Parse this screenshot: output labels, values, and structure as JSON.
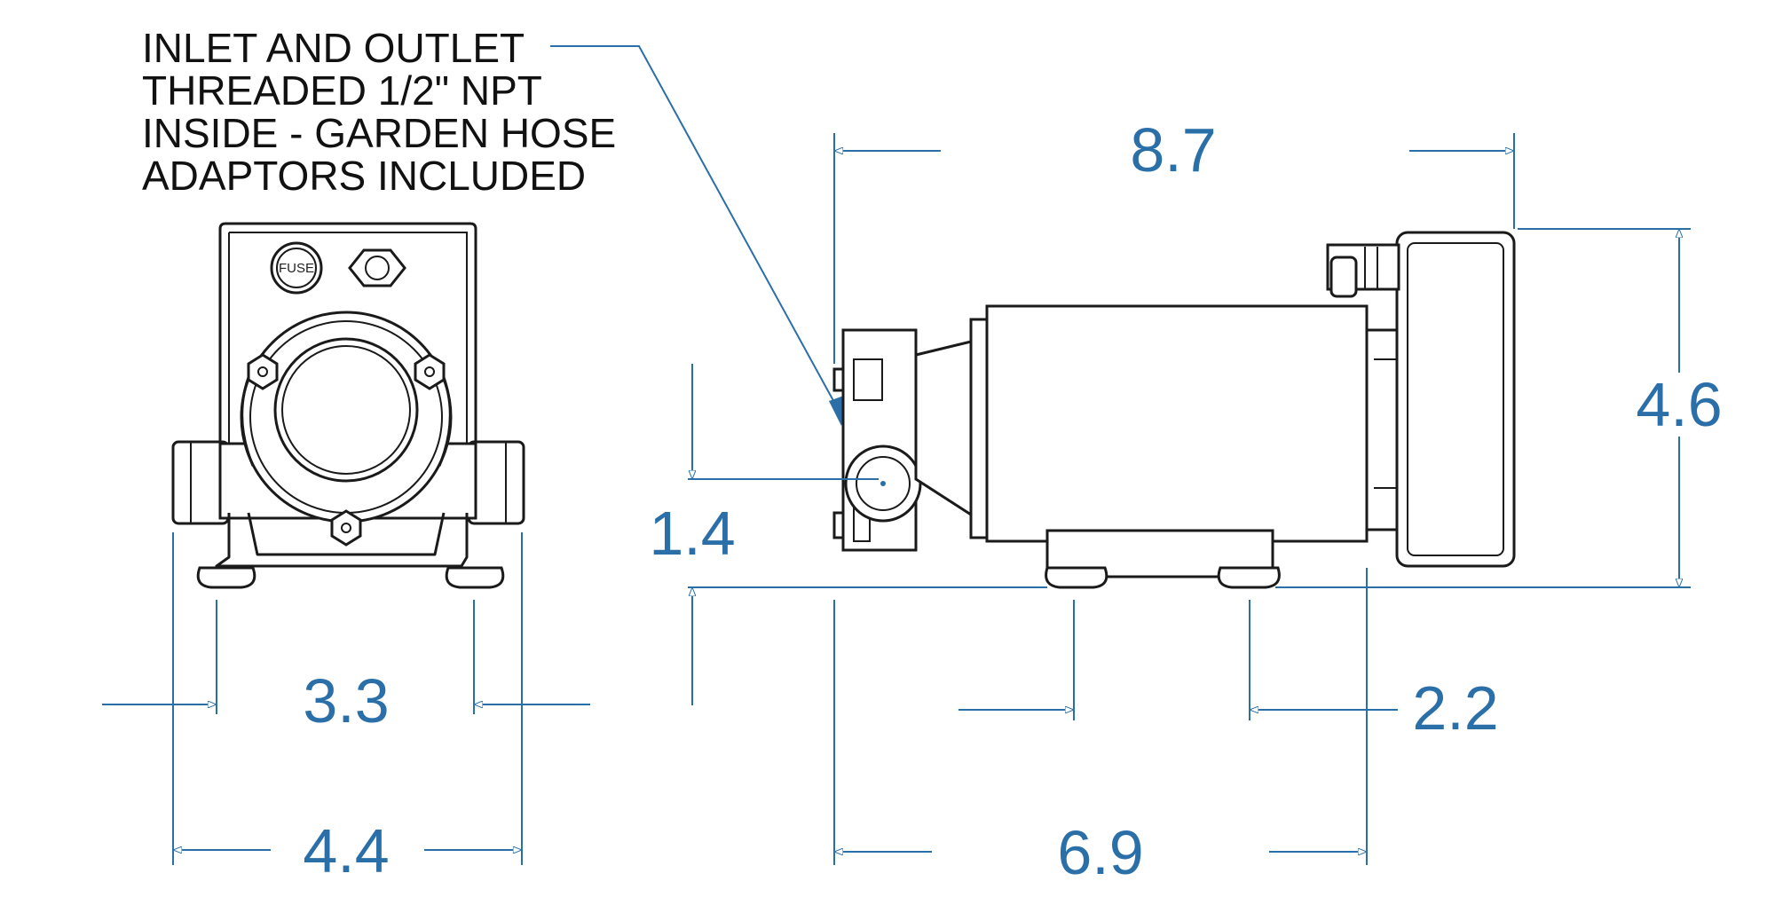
{
  "note": {
    "lines": [
      "INLET AND OUTLET",
      "THREADED 1/2\"  NPT",
      "INSIDE - GARDEN HOSE",
      "ADAPTORS INCLUDED"
    ]
  },
  "front_view": {
    "fuse_label": "FUSE",
    "dim_mount_width": "3.3",
    "dim_overall_width": "4.4"
  },
  "side_view": {
    "dim_overall_length": "8.7",
    "dim_height": "4.6",
    "dim_port_height": "1.4",
    "dim_foot_spacing": "2.2",
    "dim_base_length": "6.9"
  },
  "colors": {
    "dimension": "#2a6fa8",
    "linework": "#1a1a1a"
  }
}
